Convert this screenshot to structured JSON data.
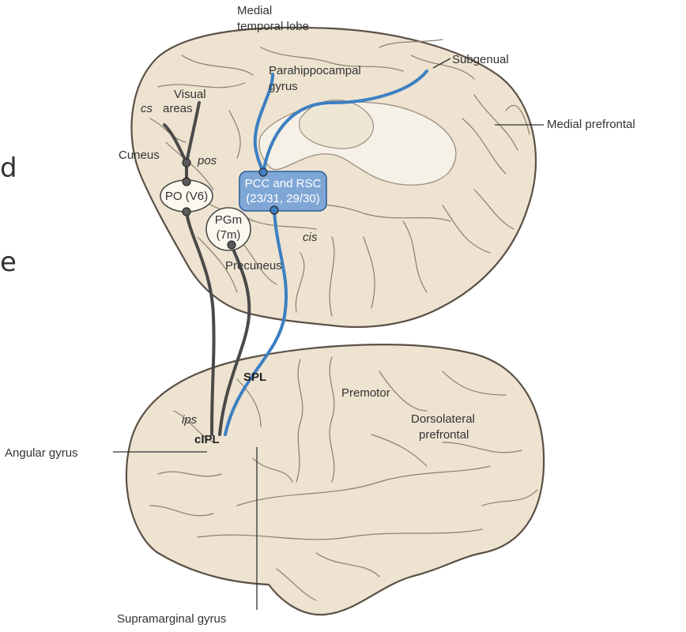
{
  "labels": {
    "medial_temporal_lobe_1": "Medial",
    "medial_temporal_lobe_2": "temporal lobe",
    "parahippocampal_1": "Parahippocampal",
    "parahippocampal_2": "gyrus",
    "subgenual": "Subgenual",
    "medial_prefrontal": "Medial prefrontal",
    "visual_1": "Visual",
    "visual_2": "areas",
    "cs": "cs",
    "cuneus": "Cuneus",
    "pos": "pos",
    "po": "PO (V6)",
    "pcc_1": "PCC and RSC",
    "pcc_2": "(23/31, 29/30)",
    "pgm_1": "PGm",
    "pgm_2": "(7m)",
    "cis": "cis",
    "precuneus": "Precuneus",
    "spl": "SPL",
    "premotor": "Premotor",
    "dorsolateral_1": "Dorsolateral",
    "dorsolateral_2": "prefrontal",
    "ips": "ips",
    "cipl": "cIPL",
    "angular_gyrus": "Angular gyrus",
    "supramarginal_gyrus": "Supramarginal gyrus"
  },
  "edge_fragments": {
    "left_d": "d",
    "left_e": "e"
  },
  "colors": {
    "brain_fill": "#ede3d0",
    "brain_outline": "#5b5147",
    "sulcus": "#8a7e70",
    "dark_pathway": "#4a4a4a",
    "blue_pathway": "#3d7fc2",
    "pcc_box": "#7fa7d6",
    "pcc_box_border": "#2f5f98",
    "oval_fill": "#fbf8ef"
  }
}
